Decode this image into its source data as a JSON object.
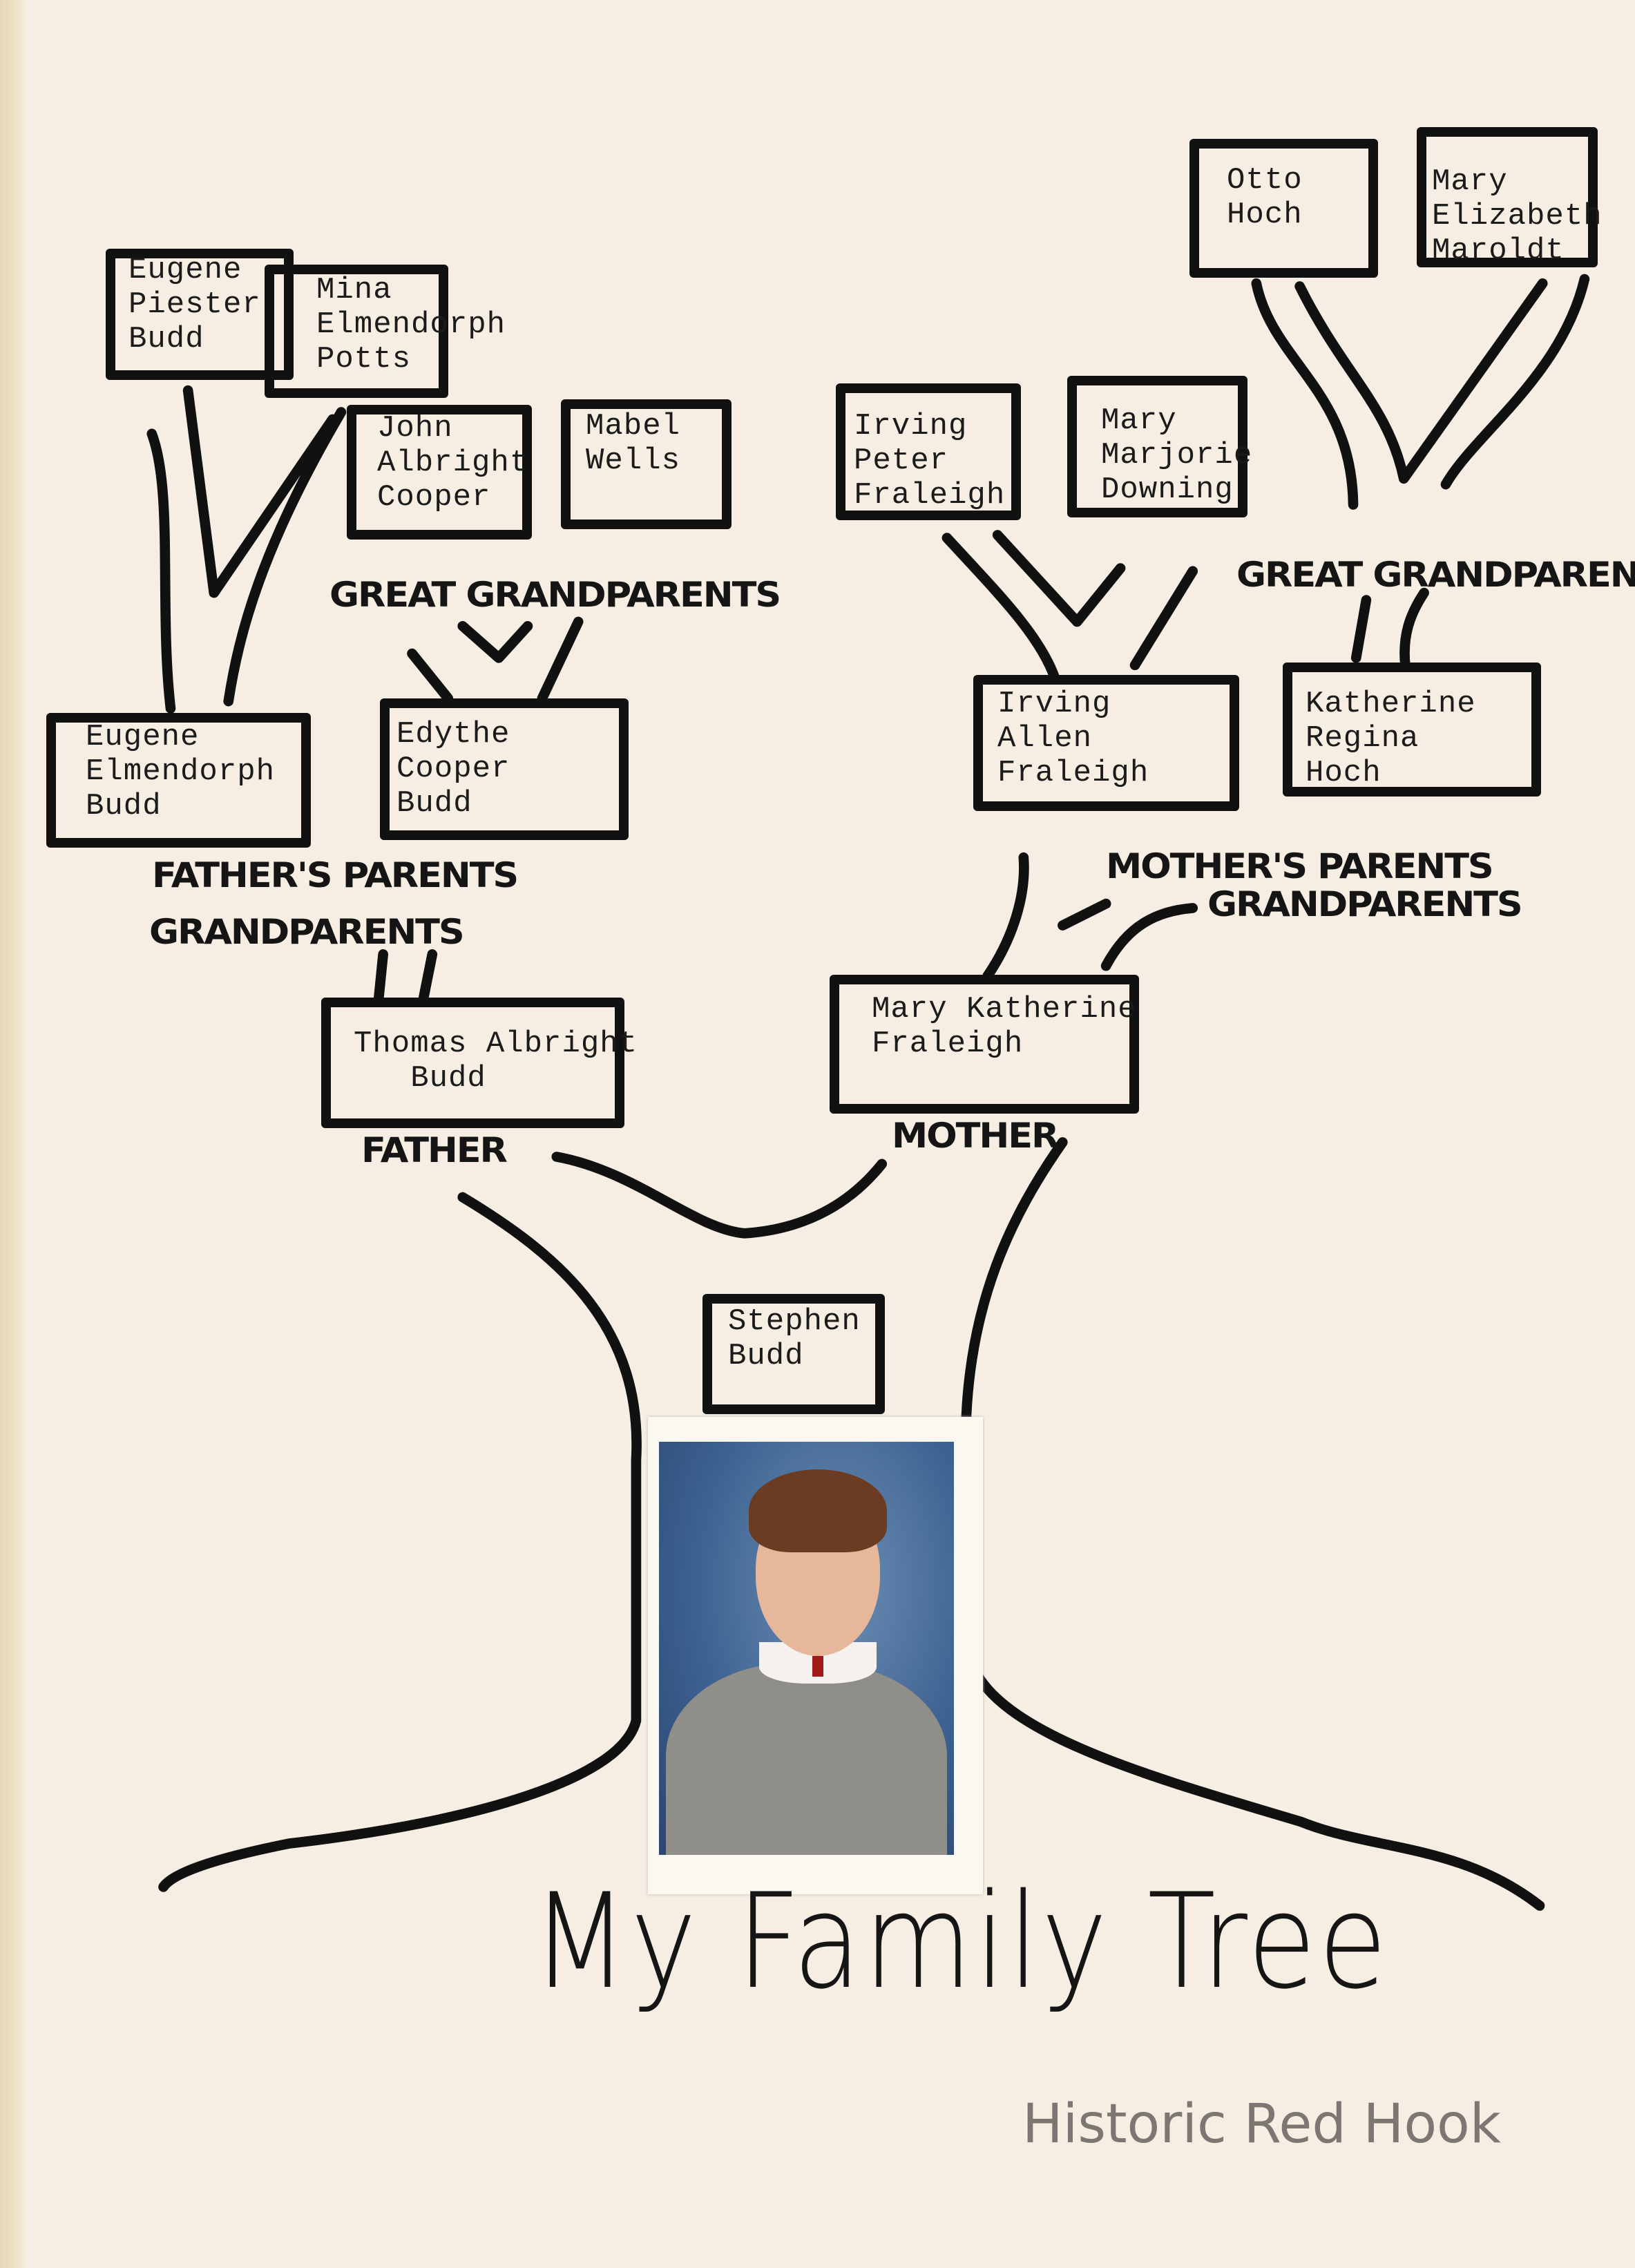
{
  "title": "My Family Tree",
  "watermark": "Historic Red Hook",
  "colors": {
    "paper": "#f6eee2",
    "ink": "#111111",
    "watermark": "#7c7773"
  },
  "people": {
    "self": "Stephen\nBudd",
    "father": "Thomas Albright\n   Budd",
    "mother": "Mary Katherine\nFraleigh",
    "paternal_grandfather": "Eugene\nElmendorph\nBudd",
    "paternal_grandmother": "Edythe\nCooper\nBudd",
    "maternal_grandfather": "Irving\nAllen\nFraleigh",
    "maternal_grandmother": "Katherine\nRegina\nHoch",
    "great_grandparents": [
      "Eugene\nPiester\nBudd",
      "Mina\nElmendorph\nPotts",
      "John\nAlbright\nCooper",
      "Mabel\nWells",
      "Irving\nPeter\nFraleigh",
      "Mary\nMarjorie\nDowning",
      "Otto\nHoch",
      "Mary\nElizabeth\nMaroldt"
    ]
  },
  "labels": {
    "great_grandparents_left": "GREAT GRANDPARENTS",
    "great_grandparents_right": "GREAT GRANDPARENTS",
    "fathers_parents": "FATHER'S PARENTS",
    "grandparents_father": "GRANDPARENTS",
    "mothers_parents": "MOTHER'S PARENTS",
    "grandparents_mother": "GRANDPARENTS",
    "father": "FATHER",
    "mother": "MOTHER"
  },
  "photo": {
    "subject": "portrait-photo"
  }
}
